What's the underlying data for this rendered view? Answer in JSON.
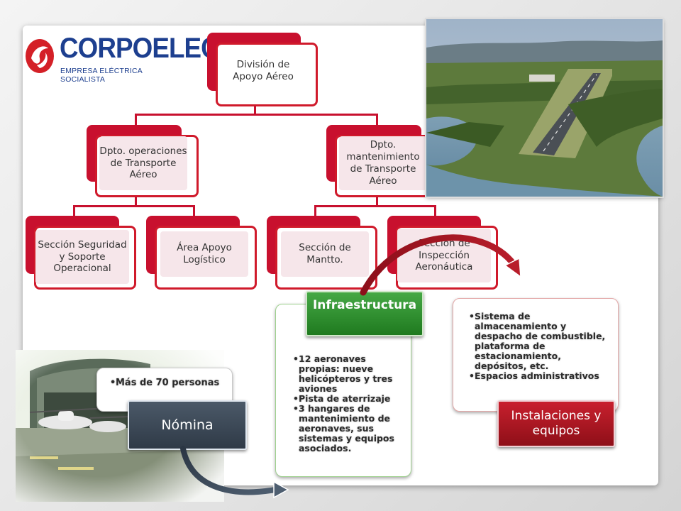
{
  "logo": {
    "name": "CORPOELEC",
    "subtitle": "EMPRESA ELÉCTRICA SOCIALISTA"
  },
  "org_chart": {
    "root": "División de Apoyo Aéreo",
    "dept_ops": "Dpto. operaciones de Transporte Aéreo",
    "dept_mant": "Dpto. mantenimiento de Transporte Aéreo",
    "sec_seguridad": "Sección Seguridad y Soporte Operacional",
    "area_logistico": "Área Apoyo Logístico",
    "sec_mantto": "Sección de Mantto.",
    "sec_inspeccion": "Sección de Inspección Aeronáutica"
  },
  "infraestructura": {
    "label": "Infraestructura",
    "items": [
      "12 aeronaves propias: nueve helicópteros y tres aviones",
      "Pista de aterrizaje",
      "3 hangares de mantenimiento de aeronaves, sus sistemas y equipos asociados."
    ]
  },
  "instalaciones": {
    "label": "Instalaciones y equipos",
    "items": [
      "Sistema de almacenamiento y despacho de combustible, plataforma de estacionamiento, depósitos, etc.",
      "Espacios administrativos"
    ]
  },
  "nomina": {
    "label": "Nómina",
    "items": [
      "Más de 70 personas"
    ]
  },
  "colors": {
    "red": "#c8102e",
    "green": "#2e8b2e",
    "dark_red": "#a5101c",
    "navy": "#1d3f8f"
  }
}
